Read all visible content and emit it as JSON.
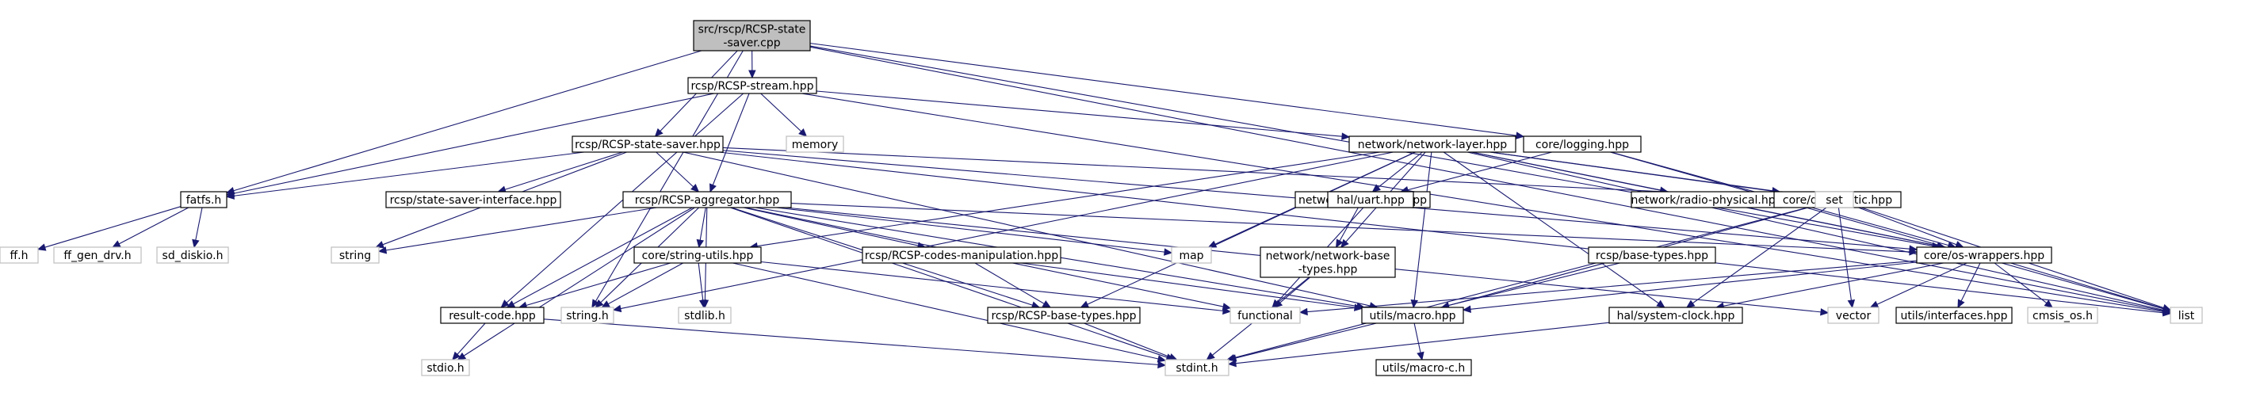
{
  "graph": {
    "edge_color": "#191970",
    "node_colors": {
      "source_fill": "#bfbfbf",
      "documented_border": "#000000",
      "external_border": "#bfbfbf"
    },
    "nodes": [
      {
        "id": "root",
        "lines": [
          "src/rscp/RCSP-state",
          "-saver.cpp"
        ],
        "kind": "src"
      },
      {
        "id": "stream",
        "lines": [
          "rcsp/RCSP-stream.hpp"
        ],
        "kind": "doc"
      },
      {
        "id": "memory",
        "lines": [
          "memory"
        ],
        "kind": "ext"
      },
      {
        "id": "saver",
        "lines": [
          "rcsp/RCSP-state-saver.hpp"
        ],
        "kind": "doc"
      },
      {
        "id": "netlayer",
        "lines": [
          "network/network-layer.hpp"
        ],
        "kind": "doc"
      },
      {
        "id": "logging",
        "lines": [
          "core/logging.hpp"
        ],
        "kind": "doc"
      },
      {
        "id": "fatfs",
        "lines": [
          "fatfs.h"
        ],
        "kind": "doc"
      },
      {
        "id": "ssiface",
        "lines": [
          "rcsp/state-saver-interface.hpp"
        ],
        "kind": "doc"
      },
      {
        "id": "aggregator",
        "lines": [
          "rcsp/RCSP-aggregator.hpp"
        ],
        "kind": "doc"
      },
      {
        "id": "broadcast",
        "lines": [
          "network/broadcast.hpp"
        ],
        "kind": "doc"
      },
      {
        "id": "uart",
        "lines": [
          "hal/uart.hpp"
        ],
        "kind": "doc"
      },
      {
        "id": "radio",
        "lines": [
          "network/radio-physical.hpp"
        ],
        "kind": "doc"
      },
      {
        "id": "diag",
        "lines": [
          "core/diagnostic.hpp"
        ],
        "kind": "doc"
      },
      {
        "id": "set",
        "lines": [
          "set"
        ],
        "kind": "ext"
      },
      {
        "id": "ffh",
        "lines": [
          "ff.h"
        ],
        "kind": "ext"
      },
      {
        "id": "ffgen",
        "lines": [
          "ff_gen_drv.h"
        ],
        "kind": "ext"
      },
      {
        "id": "sddisk",
        "lines": [
          "sd_diskio.h"
        ],
        "kind": "ext"
      },
      {
        "id": "string",
        "lines": [
          "string"
        ],
        "kind": "ext"
      },
      {
        "id": "strutils",
        "lines": [
          "core/string-utils.hpp"
        ],
        "kind": "doc"
      },
      {
        "id": "codes",
        "lines": [
          "rcsp/RCSP-codes-manipulation.hpp"
        ],
        "kind": "doc"
      },
      {
        "id": "map",
        "lines": [
          "map"
        ],
        "kind": "ext"
      },
      {
        "id": "netbase",
        "lines": [
          "network/network-base",
          "-types.hpp"
        ],
        "kind": "doc"
      },
      {
        "id": "basetypes",
        "lines": [
          "rcsp/base-types.hpp"
        ],
        "kind": "doc"
      },
      {
        "id": "oswrap",
        "lines": [
          "core/os-wrappers.hpp"
        ],
        "kind": "doc"
      },
      {
        "id": "result",
        "lines": [
          "result-code.hpp"
        ],
        "kind": "doc"
      },
      {
        "id": "stringh",
        "lines": [
          "string.h"
        ],
        "kind": "ext"
      },
      {
        "id": "stdlib",
        "lines": [
          "stdlib.h"
        ],
        "kind": "ext"
      },
      {
        "id": "rcspbase",
        "lines": [
          "rcsp/RCSP-base-types.hpp"
        ],
        "kind": "doc"
      },
      {
        "id": "functional",
        "lines": [
          "functional"
        ],
        "kind": "ext"
      },
      {
        "id": "macro",
        "lines": [
          "utils/macro.hpp"
        ],
        "kind": "doc"
      },
      {
        "id": "sysclock",
        "lines": [
          "hal/system-clock.hpp"
        ],
        "kind": "doc"
      },
      {
        "id": "vector",
        "lines": [
          "vector"
        ],
        "kind": "ext"
      },
      {
        "id": "interfaces",
        "lines": [
          "utils/interfaces.hpp"
        ],
        "kind": "doc"
      },
      {
        "id": "cmsis",
        "lines": [
          "cmsis_os.h"
        ],
        "kind": "ext"
      },
      {
        "id": "list",
        "lines": [
          "list"
        ],
        "kind": "ext"
      },
      {
        "id": "stdio",
        "lines": [
          "stdio.h"
        ],
        "kind": "ext"
      },
      {
        "id": "stdint",
        "lines": [
          "stdint.h"
        ],
        "kind": "ext"
      },
      {
        "id": "macroc",
        "lines": [
          "utils/macro-c.h"
        ],
        "kind": "doc"
      }
    ],
    "edges": [
      [
        "root",
        "stream"
      ],
      [
        "root",
        "saver"
      ],
      [
        "root",
        "fatfs"
      ],
      [
        "root",
        "stringh"
      ],
      [
        "root",
        "logging"
      ],
      [
        "root",
        "oswrap"
      ],
      [
        "root",
        "list"
      ],
      [
        "stream",
        "memory"
      ],
      [
        "stream",
        "fatfs"
      ],
      [
        "stream",
        "aggregator"
      ],
      [
        "stream",
        "netlayer"
      ],
      [
        "stream",
        "result"
      ],
      [
        "stream",
        "list"
      ],
      [
        "saver",
        "fatfs"
      ],
      [
        "saver",
        "ssiface"
      ],
      [
        "saver",
        "aggregator"
      ],
      [
        "saver",
        "string"
      ],
      [
        "saver",
        "macro"
      ],
      [
        "saver",
        "set"
      ],
      [
        "saver",
        "oswrap"
      ],
      [
        "saver",
        "list"
      ],
      [
        "netlayer",
        "broadcast"
      ],
      [
        "netlayer",
        "radio"
      ],
      [
        "netlayer",
        "diag"
      ],
      [
        "netlayer",
        "map"
      ],
      [
        "netlayer",
        "netbase"
      ],
      [
        "netlayer",
        "strutils"
      ],
      [
        "netlayer",
        "rcspbase"
      ],
      [
        "netlayer",
        "macro"
      ],
      [
        "netlayer",
        "sysclock"
      ],
      [
        "netlayer",
        "set"
      ],
      [
        "netlayer",
        "oswrap"
      ],
      [
        "netlayer",
        "list"
      ],
      [
        "netlayer",
        "stringh"
      ],
      [
        "logging",
        "uart"
      ],
      [
        "logging",
        "oswrap"
      ],
      [
        "logging",
        "list"
      ],
      [
        "fatfs",
        "ffh"
      ],
      [
        "fatfs",
        "ffgen"
      ],
      [
        "fatfs",
        "sddisk"
      ],
      [
        "aggregator",
        "string"
      ],
      [
        "aggregator",
        "strutils"
      ],
      [
        "aggregator",
        "codes"
      ],
      [
        "aggregator",
        "map"
      ],
      [
        "aggregator",
        "result"
      ],
      [
        "aggregator",
        "stringh"
      ],
      [
        "aggregator",
        "stdlib"
      ],
      [
        "aggregator",
        "rcspbase"
      ],
      [
        "aggregator",
        "functional"
      ],
      [
        "aggregator",
        "macro"
      ],
      [
        "aggregator",
        "stdio"
      ],
      [
        "aggregator",
        "stdint"
      ],
      [
        "aggregator",
        "vector"
      ],
      [
        "aggregator",
        "oswrap"
      ],
      [
        "broadcast",
        "netbase"
      ],
      [
        "uart",
        "functional"
      ],
      [
        "radio",
        "oswrap"
      ],
      [
        "diag",
        "oswrap"
      ],
      [
        "diag",
        "macro"
      ],
      [
        "diag",
        "sysclock"
      ],
      [
        "diag",
        "vector"
      ],
      [
        "diag",
        "list"
      ],
      [
        "diag",
        "stdint"
      ],
      [
        "strutils",
        "result"
      ],
      [
        "strutils",
        "stringh"
      ],
      [
        "strutils",
        "stdlib"
      ],
      [
        "strutils",
        "functional"
      ],
      [
        "strutils",
        "stdint"
      ],
      [
        "codes",
        "rcspbase"
      ],
      [
        "codes",
        "macro"
      ],
      [
        "netbase",
        "functional"
      ],
      [
        "netbase",
        "stdint"
      ],
      [
        "basetypes",
        "stdint"
      ],
      [
        "oswrap",
        "functional"
      ],
      [
        "oswrap",
        "macro"
      ],
      [
        "oswrap",
        "sysclock"
      ],
      [
        "oswrap",
        "vector"
      ],
      [
        "oswrap",
        "interfaces"
      ],
      [
        "oswrap",
        "cmsis"
      ],
      [
        "oswrap",
        "list"
      ],
      [
        "result",
        "stdio"
      ],
      [
        "result",
        "stdint"
      ],
      [
        "rcspbase",
        "stdint"
      ],
      [
        "macro",
        "macroc"
      ],
      [
        "sysclock",
        "stdint"
      ]
    ]
  }
}
